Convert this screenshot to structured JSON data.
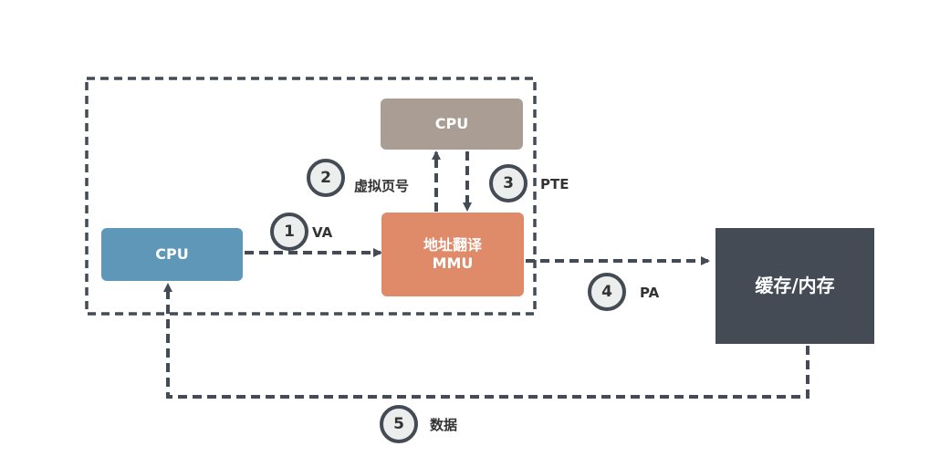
{
  "nodes": {
    "cpu_left": "CPU",
    "cpu_top": "CPU",
    "mmu_line1": "地址翻译",
    "mmu_line2": "MMU",
    "memory": "缓存/内存"
  },
  "steps": [
    {
      "number": "1",
      "label": "VA"
    },
    {
      "number": "2",
      "label": "虚拟页号"
    },
    {
      "number": "3",
      "label": "PTE"
    },
    {
      "number": "4",
      "label": "PA"
    },
    {
      "number": "5",
      "label": "数据"
    }
  ],
  "colors": {
    "cpu_left": "#5f97b8",
    "cpu_top": "#aa9d94",
    "mmu": "#df8b6a",
    "memory": "#444b55",
    "lines": "#444b55"
  }
}
